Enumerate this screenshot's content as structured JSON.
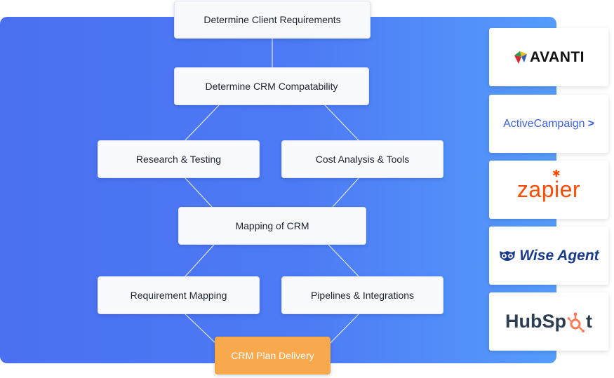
{
  "flow": {
    "nodes": {
      "client_requirements": "Determine Client Requirements",
      "crm_compatability": "Determine CRM Compatability",
      "research_testing": "Research & Testing",
      "cost_analysis": "Cost Analysis & Tools",
      "mapping_crm": "Mapping of CRM",
      "requirement_mapping": "Requirement Mapping",
      "pipelines_integrations": "Pipelines & Integrations",
      "crm_plan_delivery": "CRM Plan Delivery"
    }
  },
  "partners": {
    "avanti": "AVANTI",
    "activecampaign": "ActiveCampaign",
    "zapier": "zapier",
    "wiseagent": "Wise Agent",
    "hubspot_pre": "HubSp",
    "hubspot_post": "t"
  },
  "colors": {
    "panel_gradient": [
      "#4a70f0",
      "#559cfb"
    ],
    "delivery_accent": "#f9a94d",
    "zapier": "#ff4a00",
    "hubspot": "#ff7a59",
    "activecampaign": "#3b62ec",
    "wiseagent": "#1b3c8c"
  },
  "icons": {
    "avanti": "avanti-logo-icon",
    "activecampaign": "chevron-right-icon",
    "zapier": "asterisk-icon",
    "wiseagent": "owl-icon",
    "hubspot": "sprocket-icon"
  }
}
